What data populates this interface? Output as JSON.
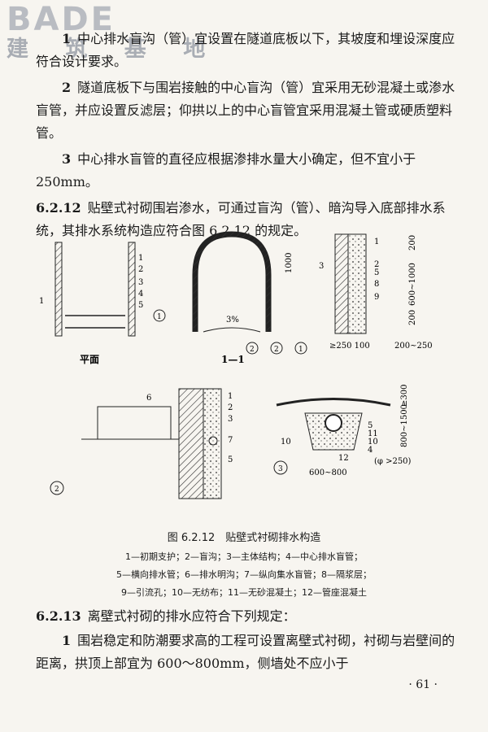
{
  "logo": {
    "latin": "BADE",
    "cjk": "建 筑 基 地"
  },
  "paragraphs_top": [
    {
      "num": "1",
      "text": "中心排水盲沟（管）宜设置在隧道底板以下，其坡度和埋设深度应符合设计要求。"
    },
    {
      "num": "2",
      "text": "隧道底板下与围岩接触的中心盲沟（管）宜采用无砂混凝土或渗水盲管，并应设置反滤层；仰拱以上的中心盲管宜采用混凝土管或硬质塑料管。"
    },
    {
      "num": "3",
      "text": "中心排水盲管的直径应根据渗排水量大小确定，但不宜小于250mm。"
    }
  ],
  "clause_6_2_12": {
    "num": "6.2.12",
    "text": "贴壁式衬砌围岩渗水，可通过盲沟（管）、暗沟导入底部排水系统，其排水系统构造应符合图 6.2.12 的规定。"
  },
  "figure": {
    "plan_label": "平面",
    "section_label": "1—1",
    "slope": "3%",
    "dim_1000": "1000",
    "dim_200": "200",
    "dim_600_1000": "600~1000",
    "dim_200b": "200",
    "dim_250_100": "≥250 100",
    "dim_200_250": "200~250",
    "dim_300": "≥300",
    "dim_800_1500": "800~1500",
    "dim_600_800": "600~800",
    "dim_phi": "(φ >250)"
  },
  "caption": {
    "title": "图 6.2.12　贴壁式衬砌排水构造",
    "legend_1": "1—初期支护；2—盲沟；3—主体结构；4—中心排水盲管；",
    "legend_2": "5—横向排水管；6—排水明沟；7—纵向集水盲管；8—隔浆层；",
    "legend_3": "9—引流孔；10—无纺布；11—无砂混凝土；12—管座混凝土"
  },
  "clause_6_2_13": {
    "num": "6.2.13",
    "text": "离壁式衬砌的排水应符合下列规定："
  },
  "paragraphs_bottom": [
    {
      "num": "1",
      "text": "围岩稳定和防潮要求高的工程可设置离壁式衬砌，衬砌与岩壁间的距离，拱顶上部宜为 600～800mm，侧墙处不应小于"
    }
  ],
  "page_number": "· 61 ·"
}
